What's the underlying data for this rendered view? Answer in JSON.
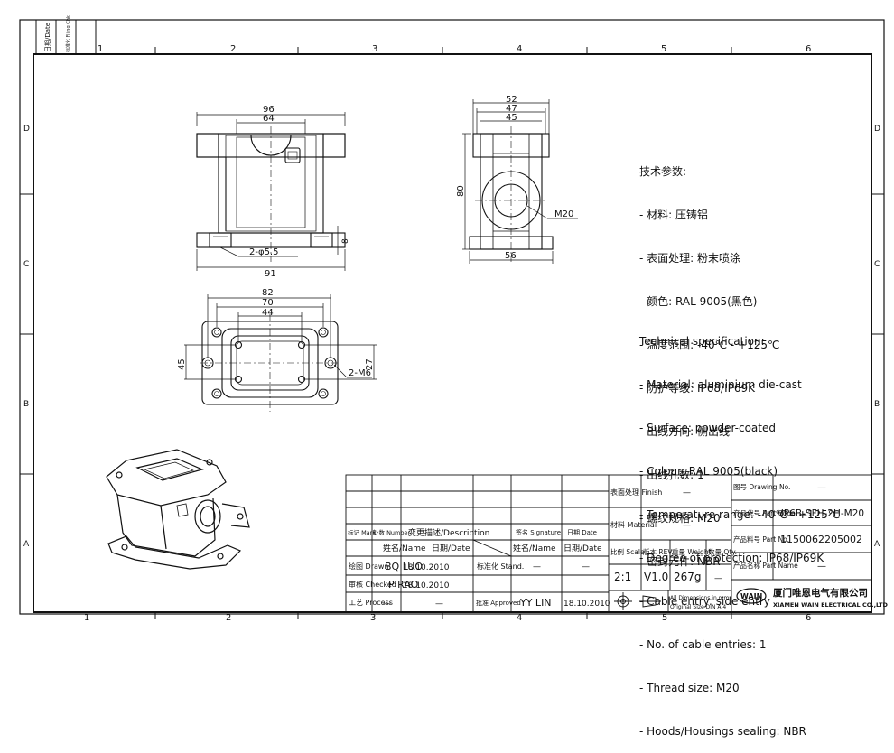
{
  "frame": {
    "top_zones": [
      "1",
      "2",
      "3",
      "4",
      "5",
      "6"
    ],
    "side_zones": [
      "D",
      "C",
      "B",
      "A"
    ],
    "date_label": "日期/Date",
    "filing_label": "标准化 Filing Chk"
  },
  "front_view": {
    "dim_top": "96",
    "dim_inner": "64",
    "dim_holes": "2-φ5.5",
    "dim_bottom": "91",
    "dim_side": "8"
  },
  "side_view": {
    "dim_52": "52",
    "dim_47": "47",
    "dim_45": "45",
    "dim_height": "80",
    "dim_bottom": "56",
    "thread_callout": "M20"
  },
  "top_view": {
    "dim_82": "82",
    "dim_70": "70",
    "dim_44": "44",
    "dim_45": "45",
    "dim_27": "27",
    "thread_holes": "2-M6"
  },
  "spec_cn": {
    "title": "技术参数:",
    "lines": [
      "- 材料: 压铸铝",
      "- 表面处理: 粉末喷涂",
      "- 颜色: RAL 9005(黑色)",
      "- 温度范围: -40℃ - +125℃",
      "- 防护等级: IP68/IP69K",
      "- 出线方向: 侧出线",
      "- 出线孔数: 1",
      "- 螺纹规格: M20",
      "- 密封元件: NBR"
    ]
  },
  "spec_en": {
    "title": "Technical specification:",
    "lines": [
      "- Material: aluminium die-cast",
      "- Surface: powder-coated",
      "- Colour: RAL 9005(black)",
      "- Temperature range: -40℃ - +125℃",
      "- Degree of protection: IP68/IP69K",
      "- Cable entry: side entry",
      "- No. of cable entries: 1",
      "- Thread size: M20",
      "- Hoods/Housings sealing: NBR"
    ]
  },
  "title_block": {
    "rev_headers": {
      "mark": "标记 Mark",
      "number": "处数 Number",
      "description": "变更描述/Description",
      "signature": "签名 Signature",
      "date": "日期 Date"
    },
    "name_col": "姓名/Name",
    "date_col": "日期/Date",
    "stand_label": "标准化 Stand.",
    "name_col2": "姓名/Name",
    "date_col2": "日期/Date",
    "drawn_label": "绘图 Drawn",
    "drawn_name": "BQ LUO",
    "drawn_date": "18.10.2010",
    "stand_name": "—",
    "stand_date": "—",
    "checked_label": "审核 Checked",
    "checked_name": "P RAO",
    "checked_date": "18.10.2010",
    "process_label": "工艺 Process",
    "process_name": "—",
    "process_date": "—",
    "approved_label": "批准 Approved",
    "approved_name": "YY LIN",
    "approved_date": "18.10.2010",
    "finish_label": "表面处理 Finish",
    "finish_value": "—",
    "material_label": "材料 Material",
    "material_value": "—",
    "scale_label": "比例 Scale",
    "rev_label": "版本 REV.",
    "weight_label": "重量 Weight",
    "qty_label": "数量 Qty.",
    "scale_value": "2:1",
    "rev_value": "V1.0",
    "weight_value": "267g",
    "qty_value": "—",
    "dims_note_1": "All Dimensions in mm",
    "dims_note_2": "Original Size DIN A 4",
    "drawing_no_label": "图号 Drawing No.",
    "drawing_no_value": "—",
    "part_code_label": "产品代号 Part Code",
    "part_code_value": "HP6B-SFH-2H-M20",
    "part_no_label": "产品料号 Part No.",
    "part_no_value": "1150062205002",
    "part_name_label": "产品名称 Part Name",
    "part_name_value": "—",
    "logo_text": "WAIN",
    "company_cn": "厦门唯恩电气有限公司",
    "company_en": "XIAMEN WAIN ELECTRICAL CO.,LTD"
  }
}
